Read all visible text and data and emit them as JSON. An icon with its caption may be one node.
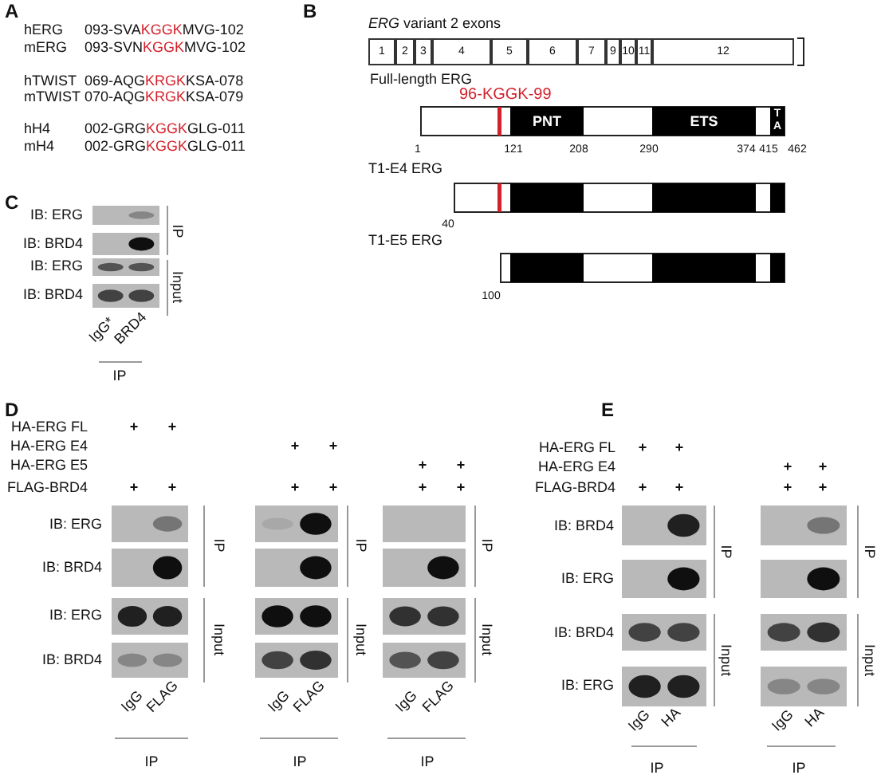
{
  "diagram": {
    "nodes": [
      {
        "text": [
          "1"
        ]
      },
      {
        "text": [
          "2"
        ]
      },
      {
        "text": [
          "3"
        ]
      },
      {
        "text": [
          "4"
        ]
      },
      {
        "text": [
          "5"
        ]
      },
      {
        "text": [
          "6"
        ]
      },
      {
        "text": [
          "7"
        ]
      },
      {
        "text": [
          "9"
        ]
      },
      {
        "text": [
          "10"
        ]
      },
      {
        "text": [
          "11"
        ]
      },
      {
        "text": [
          "12"
        ]
      },
      {
        "text": [
          "PNT"
        ]
      },
      {
        "text": [
          "ETS"
        ]
      },
      {
        "text": [
          "TA"
        ]
      },
      {
        "text": [],
        "shape": "bar"
      },
      {
        "text": [],
        "shape": "bar"
      },
      {
        "text": [],
        "shape": "bar"
      },
      {
        "text": [],
        "shape": "bar"
      },
      {
        "text": [],
        "shape": "bar"
      },
      {
        "text": [],
        "shape": "bar"
      }
    ],
    "edges": [],
    "labels": [
      "A",
      "hERG",
      "093-SVAKGGKMVG-102",
      "mERG",
      "093-SVNKGGKMVG-102",
      "hTWIST",
      "069-AQGKRGKKSA-078",
      "mTWIST",
      "070-AQGKRGKKSA-079",
      "hH4",
      "002-GRGKGGKGLG-011",
      "mH4",
      "002-GRGKGGKGLG-011",
      "B",
      "*ERG* variant 2 exons",
      "Full-length ERG",
      "96-KGGK-99",
      "1",
      "121",
      "208",
      "290",
      "374",
      "415",
      "462",
      "T1-E4 ERG",
      "40",
      "T1-E5 ERG",
      "100",
      "C",
      "IB: ERG",
      "IB: BRD4",
      "IB: ERG",
      "IB: BRD4",
      "IP",
      "Input",
      "IgG*",
      "BRD4",
      "IP",
      "D",
      "HA-ERG FL",
      "+",
      "+",
      "HA-ERG E4",
      "+",
      "+",
      "HA-ERG E5",
      "+",
      "+",
      "FLAG-BRD4",
      "+",
      "+",
      "+",
      "+",
      "+",
      "+",
      "IB: ERG",
      "IB: BRD4",
      "IB: ERG",
      "IB: BRD4",
      "IP",
      "Input",
      "IP",
      "Input",
      "IP",
      "Input",
      "IgG",
      "FLAG",
      "IP",
      "IgG",
      "FLAG",
      "IP",
      "IgG",
      "FLAG",
      "IP",
      "E",
      "HA-ERG FL",
      "+",
      "+",
      "HA-ERG E4",
      "+",
      "+",
      "FLAG-BRD4",
      "+",
      "+",
      "+",
      "+",
      "IB: BRD4",
      "IB: ERG",
      "IB: BRD4",
      "IB: ERG",
      "IP",
      "Input",
      "IP",
      "Input",
      "IgG",
      "HA",
      "IP",
      "IgG",
      "HA",
      "IP"
    ]
  }
}
